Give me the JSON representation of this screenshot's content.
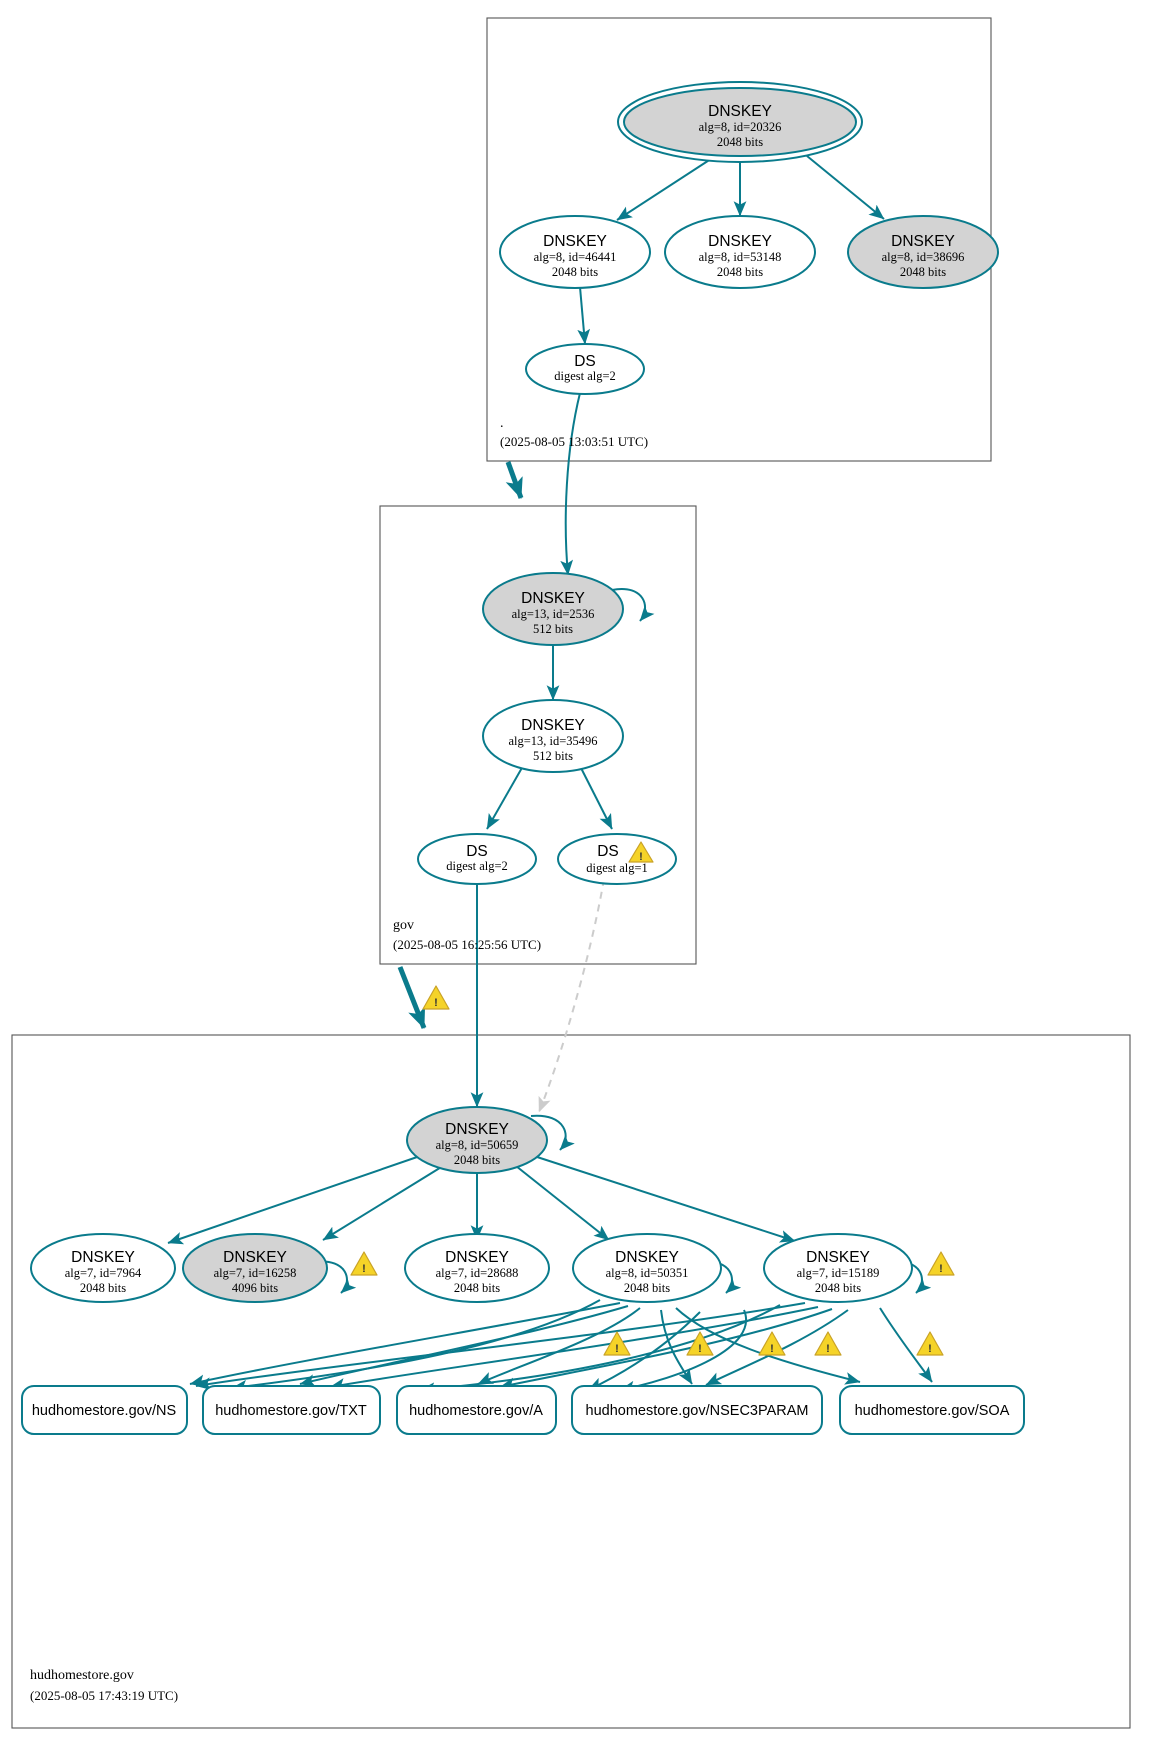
{
  "diagram": {
    "title": "DNSSEC Authentication Chain",
    "accent_color": "#0a7b8c",
    "secure_key_fill": "#d3d3d3",
    "warning_color": "#f5d328",
    "insecure_edge_color": "#cccccc"
  },
  "zones": [
    {
      "id": "root",
      "name": ".",
      "timestamp": "(2025-08-05 13:03:51 UTC)"
    },
    {
      "id": "gov",
      "name": "gov",
      "timestamp": "(2025-08-05 16:25:56 UTC)"
    },
    {
      "id": "hudhomestore",
      "name": "hudhomestore.gov",
      "timestamp": "(2025-08-05 17:43:19 UTC)"
    }
  ],
  "nodes": {
    "root_ksk": {
      "type": "DNSKEY",
      "label": "DNSKEY",
      "alg_id": "alg=8, id=20326",
      "size": "2048 bits",
      "shaded": true,
      "double_ring": true
    },
    "root_zsk_46441": {
      "type": "DNSKEY",
      "label": "DNSKEY",
      "alg_id": "alg=8, id=46441",
      "size": "2048 bits",
      "shaded": false,
      "double_ring": false
    },
    "root_zsk_53148": {
      "type": "DNSKEY",
      "label": "DNSKEY",
      "alg_id": "alg=8, id=53148",
      "size": "2048 bits",
      "shaded": false,
      "double_ring": false
    },
    "root_zsk_38696": {
      "type": "DNSKEY",
      "label": "DNSKEY",
      "alg_id": "alg=8, id=38696",
      "size": "2048 bits",
      "shaded": true,
      "double_ring": false
    },
    "root_ds": {
      "type": "DS",
      "label": "DS",
      "digest": "digest alg=2",
      "shaded": false
    },
    "gov_ksk": {
      "type": "DNSKEY",
      "label": "DNSKEY",
      "alg_id": "alg=13, id=2536",
      "size": "512 bits",
      "shaded": true,
      "double_ring": false
    },
    "gov_zsk": {
      "type": "DNSKEY",
      "label": "DNSKEY",
      "alg_id": "alg=13, id=35496",
      "size": "512 bits",
      "shaded": false,
      "double_ring": false
    },
    "gov_ds2": {
      "type": "DS",
      "label": "DS",
      "digest": "digest alg=2",
      "warning": false
    },
    "gov_ds1": {
      "type": "DS",
      "label": "DS",
      "digest": "digest alg=1",
      "warning": true
    },
    "hhs_ksk": {
      "type": "DNSKEY",
      "label": "DNSKEY",
      "alg_id": "alg=8, id=50659",
      "size": "2048 bits",
      "shaded": true,
      "double_ring": false
    },
    "hhs_k7964": {
      "type": "DNSKEY",
      "label": "DNSKEY",
      "alg_id": "alg=7, id=7964",
      "size": "2048 bits",
      "shaded": false,
      "warning": false
    },
    "hhs_k16258": {
      "type": "DNSKEY",
      "label": "DNSKEY",
      "alg_id": "alg=7, id=16258",
      "size": "4096 bits",
      "shaded": true,
      "warning": true
    },
    "hhs_k28688": {
      "type": "DNSKEY",
      "label": "DNSKEY",
      "alg_id": "alg=7, id=28688",
      "size": "2048 bits",
      "shaded": false,
      "warning": false
    },
    "hhs_k50351": {
      "type": "DNSKEY",
      "label": "DNSKEY",
      "alg_id": "alg=8, id=50351",
      "size": "2048 bits",
      "shaded": false,
      "warning": false
    },
    "hhs_k15189": {
      "type": "DNSKEY",
      "label": "DNSKEY",
      "alg_id": "alg=7, id=15189",
      "size": "2048 bits",
      "shaded": false,
      "warning": true
    }
  },
  "rrsets": [
    {
      "id": "rr_ns",
      "label": "hudhomestore.gov/NS"
    },
    {
      "id": "rr_txt",
      "label": "hudhomestore.gov/TXT"
    },
    {
      "id": "rr_a",
      "label": "hudhomestore.gov/A"
    },
    {
      "id": "rr_nsec3param",
      "label": "hudhomestore.gov/NSEC3PARAM"
    },
    {
      "id": "rr_soa",
      "label": "hudhomestore.gov/SOA"
    }
  ],
  "warnings": {
    "glyph": "!",
    "count_total": 9
  }
}
